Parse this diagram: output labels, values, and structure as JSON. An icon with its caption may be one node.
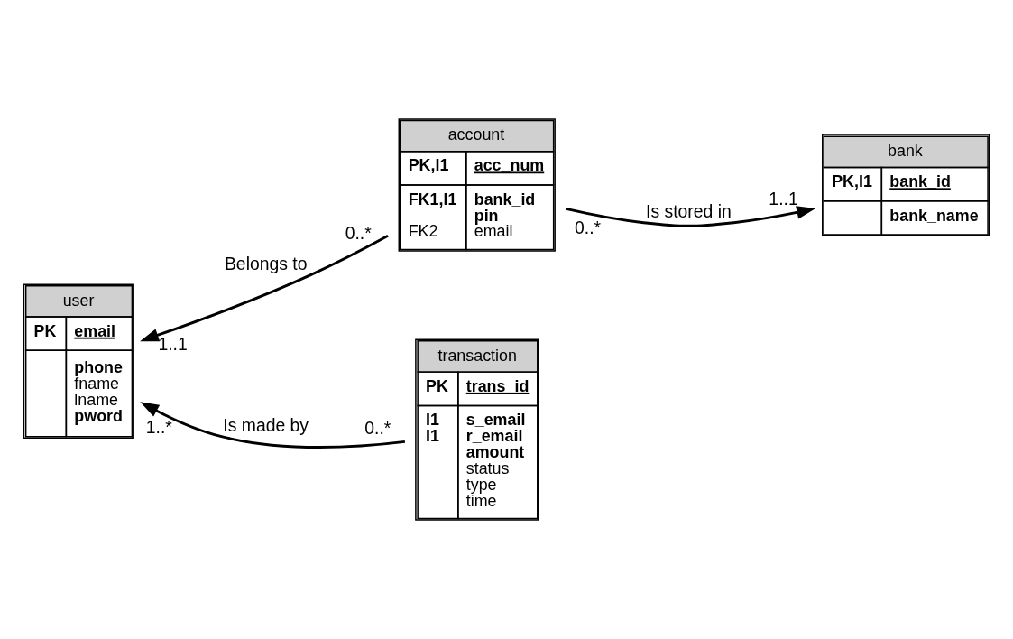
{
  "diagram": {
    "nodes": [
      {
        "text": [
          "account",
          "PK,I1",
          "acc_num",
          "FK1,I1",
          "bank_id",
          "pin",
          "FK2",
          "email"
        ]
      },
      {
        "text": [
          "bank",
          "PK,I1",
          "bank_id",
          "bank_name"
        ]
      },
      {
        "text": [
          "user",
          "PK",
          "email",
          "phone",
          "fname",
          "lname",
          "pword"
        ]
      },
      {
        "text": [
          "transaction",
          "PK",
          "trans_id",
          "I1",
          "s_email",
          "I1",
          "r_email",
          "amount",
          "status",
          "type",
          "time"
        ]
      }
    ],
    "edges": [
      {
        "from": 0,
        "to": 1,
        "arrow": "to",
        "label": "Is stored in"
      },
      {
        "from": 0,
        "to": 2,
        "arrow": "to",
        "label": "Belongs to"
      },
      {
        "from": 3,
        "to": 2,
        "arrow": "to",
        "label": "Is made by"
      }
    ],
    "labels": [
      "0..*",
      "1..1",
      "0..*",
      "1..1",
      "1..*",
      "0..*"
    ]
  }
}
